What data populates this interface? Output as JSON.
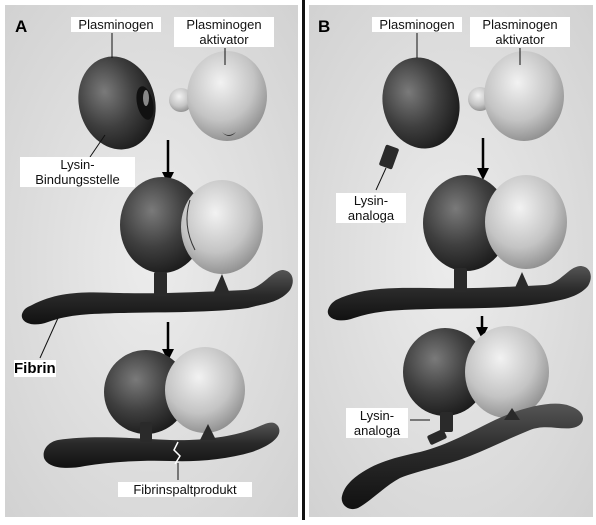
{
  "figure": {
    "panels": [
      {
        "letter": "A",
        "labels": {
          "plasminogen": "Plasminogen",
          "activator": "Plasminogen\naktivator",
          "binding_site": "Lysin-\nBindungsstelle",
          "fibrin": "Fibrin",
          "split_product": "Fibrinspaltprodukt"
        }
      },
      {
        "letter": "B",
        "labels": {
          "plasminogen": "Plasminogen",
          "activator": "Plasminogen\naktivator",
          "analog_top": "Lysin-\nanaloga",
          "analog_bottom": "Lysin-\nanaloga"
        }
      }
    ],
    "colors": {
      "plasminogen": "#3a3a3a",
      "activator": "#d6d6d6",
      "fibrin": "#2b2b2b",
      "divider": "#111111"
    }
  }
}
